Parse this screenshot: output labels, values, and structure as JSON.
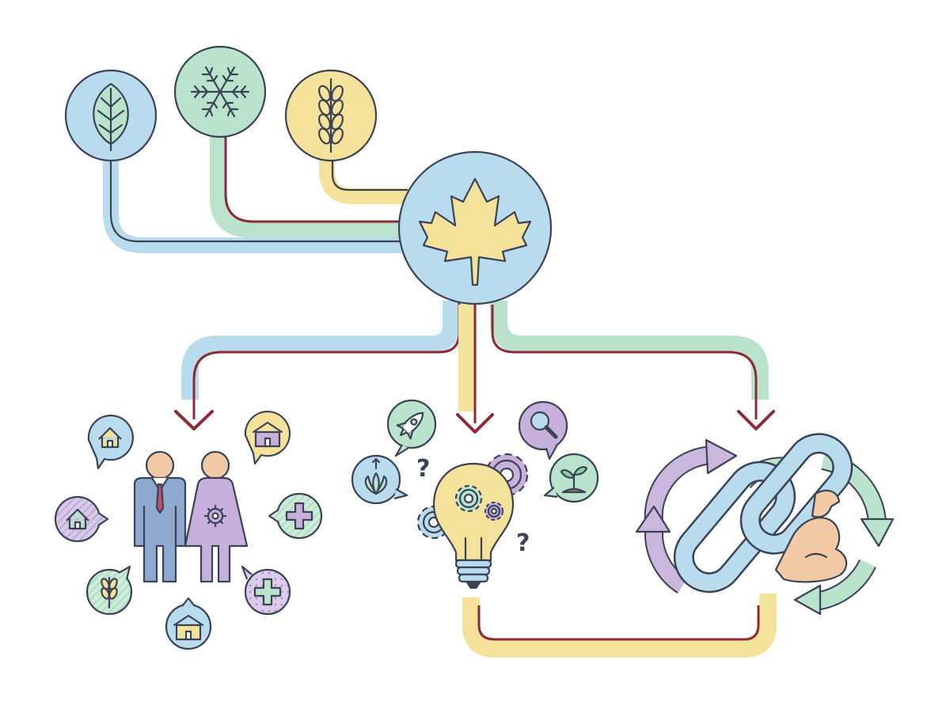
{
  "colors": {
    "outline": "#3a4256",
    "blue": "#b8dced",
    "green": "#b9e3cd",
    "yellow": "#f5e29a",
    "red": "#8c2a35",
    "purple": "#cbb6dd",
    "skin": "#f2c9a5",
    "suit": "#8fa8cf",
    "dress": "#c8b0dc"
  },
  "sources": [
    {
      "id": "nature",
      "icon": "leaf-icon",
      "color": "blue"
    },
    {
      "id": "winter",
      "icon": "snowflake-icon",
      "color": "green"
    },
    {
      "id": "agriculture",
      "icon": "wheat-icon",
      "color": "yellow"
    }
  ],
  "hub": {
    "icon": "maple-leaf-icon",
    "color": "blue"
  },
  "outcomes": [
    {
      "id": "community",
      "icons": [
        "house-icon",
        "school-icon",
        "house-icon",
        "health-cross-icon",
        "wheat-icon",
        "school-icon",
        "health-cross-icon",
        "gear-icon"
      ]
    },
    {
      "id": "innovation",
      "icons": [
        "rocket-icon",
        "magnifier-icon",
        "plant-growth-icon",
        "sprout-icon",
        "lightbulb-icon",
        "gears-icon",
        "question-mark-icon"
      ]
    },
    {
      "id": "resilience",
      "icons": [
        "cycle-arrows-icon",
        "chain-link-icon",
        "flexed-arm-icon"
      ]
    }
  ]
}
